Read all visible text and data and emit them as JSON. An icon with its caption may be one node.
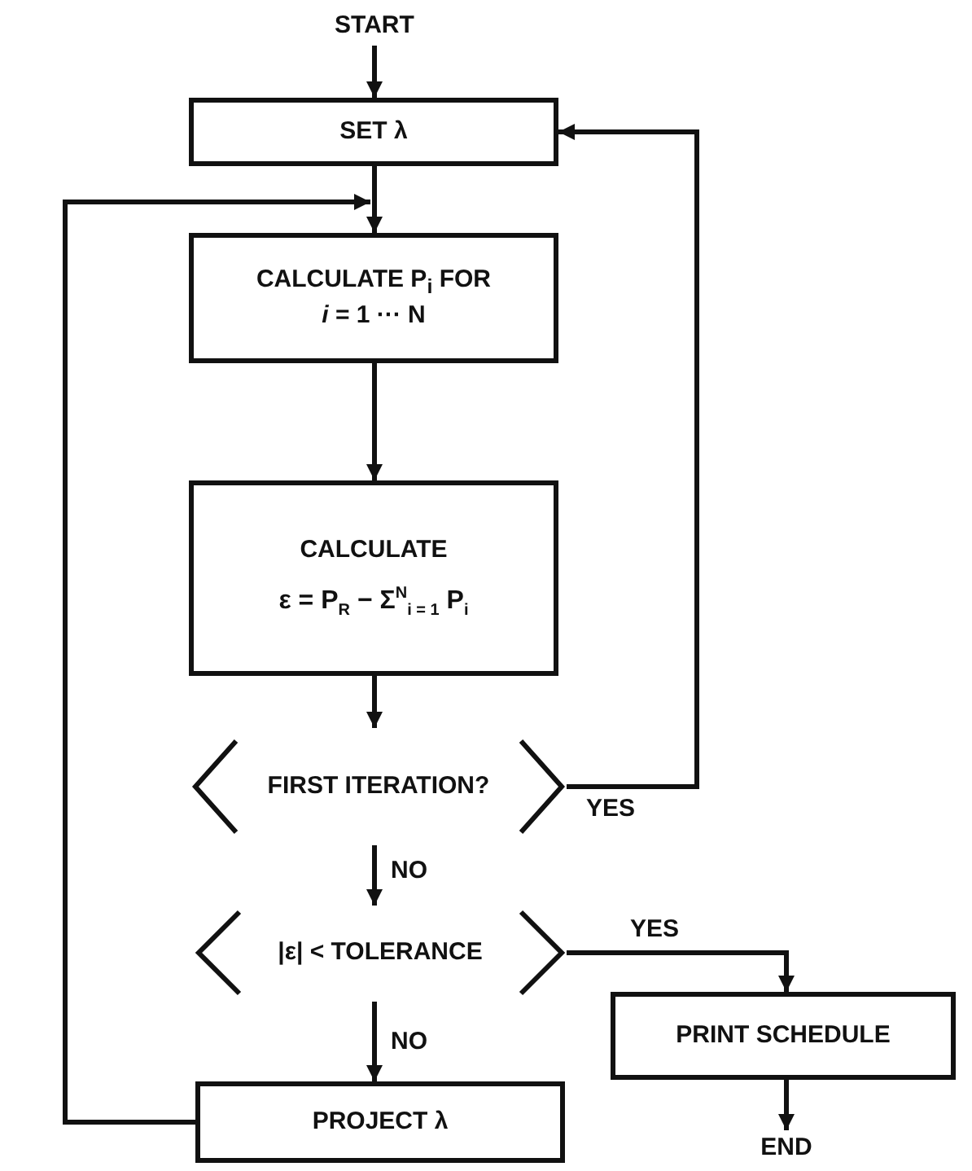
{
  "diagram": {
    "nodes": [
      {
        "text": [
          "START"
        ]
      },
      {
        "text": [
          "SET λ"
        ]
      },
      {
        "text": [
          "CALCULATE P$_{i}$ FOR *i* = 1 ··· N"
        ]
      },
      {
        "text": [
          "CALCULATE",
          "ε = P$_{R}$ − Σ$^{N}$$_{i = 1}$ P$_{i}$"
        ]
      },
      {
        "text": [
          "FIRST ITERATION?"
        ]
      },
      {
        "text": [
          "|ε| < TOLERANCE"
        ]
      },
      {
        "text": [
          "PRINT SCHEDULE"
        ]
      },
      {
        "text": [
          "PROJECT λ"
        ]
      },
      {
        "text": [
          "END"
        ]
      }
    ],
    "edges": [
      {
        "from": 0,
        "to": 1,
        "arrow": "to"
      },
      {
        "from": 1,
        "to": 2,
        "arrow": "to"
      },
      {
        "from": 2,
        "to": 3,
        "arrow": "to"
      },
      {
        "from": 3,
        "to": 4,
        "arrow": "to"
      },
      {
        "from": 4,
        "to": 1,
        "arrow": "to",
        "label": "YES"
      },
      {
        "from": 4,
        "to": 5,
        "arrow": "to",
        "label": "NO"
      },
      {
        "from": 5,
        "to": 6,
        "arrow": "to",
        "label": "YES"
      },
      {
        "from": 5,
        "to": 7,
        "arrow": "to",
        "label": "NO"
      },
      {
        "from": 7,
        "to": 2,
        "arrow": "to"
      },
      {
        "from": 6,
        "to": 8,
        "arrow": "to"
      }
    ]
  }
}
